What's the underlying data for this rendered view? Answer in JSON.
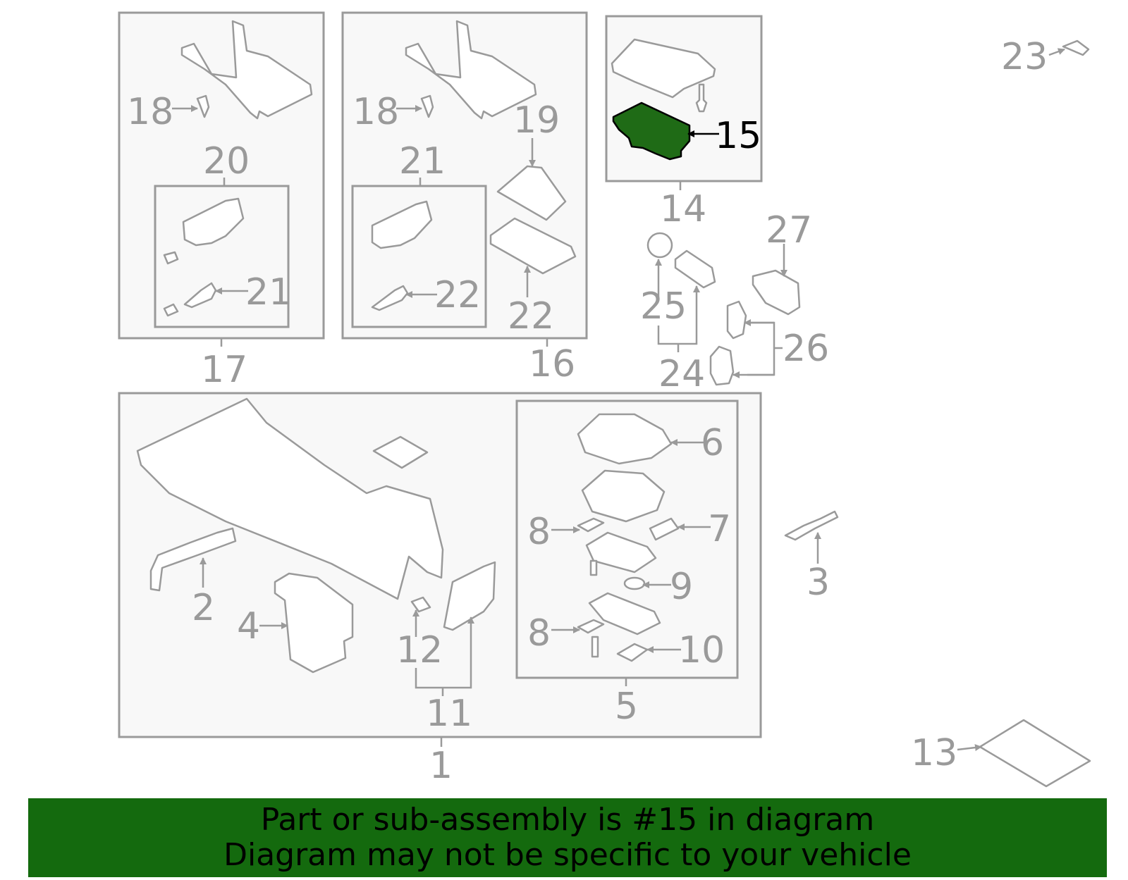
{
  "callouts": [
    "1",
    "2",
    "3",
    "4",
    "5",
    "6",
    "7",
    "8",
    "8",
    "9",
    "10",
    "11",
    "12",
    "13",
    "14",
    "15",
    "16",
    "17",
    "18",
    "18",
    "19",
    "20",
    "21",
    "21",
    "22",
    "22",
    "23",
    "24",
    "25",
    "26",
    "27"
  ],
  "highlighted_callout": "15",
  "banner": {
    "line1": "Part or sub-assembly is #15 in diagram",
    "line2": "Diagram may not be specific to your vehicle"
  },
  "colors": {
    "banner": "#146a0e",
    "highlight_part": "#1f6b16",
    "line": "#9a9a9a"
  }
}
